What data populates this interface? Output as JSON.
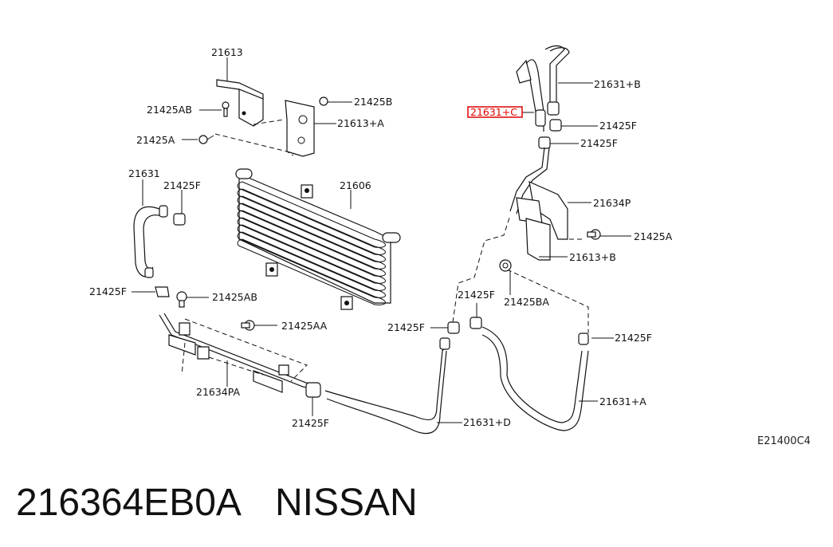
{
  "labels": {
    "l21613": "21613",
    "l21425AB_top": "21425AB",
    "l21425B": "21425B",
    "l21613A": "21613+A",
    "l21425A_left": "21425A",
    "l21631": "21631",
    "l21425F_a": "21425F",
    "l21606": "21606",
    "l21425F_b": "21425F",
    "l21425AB_mid": "21425AB",
    "l21425AA": "21425AA",
    "l21634PA": "21634PA",
    "l21425F_c": "21425F",
    "l21425F_d": "21425F",
    "l21425F_e": "21425F",
    "l21425BA": "21425BA",
    "l21631D": "21631+D",
    "l21631B": "21631+B",
    "l21631C": "21631+C",
    "l21425F_f": "21425F",
    "l21425F_g": "21425F",
    "l21634P": "21634P",
    "l21425A_right": "21425A",
    "l21613B": "21613+B",
    "l21425F_h": "21425F",
    "l21631A": "21631+A"
  },
  "reference_code": "E21400C4",
  "part_number": "216364EB0A",
  "brand": "NISSAN",
  "highlight_color": "#e00000"
}
